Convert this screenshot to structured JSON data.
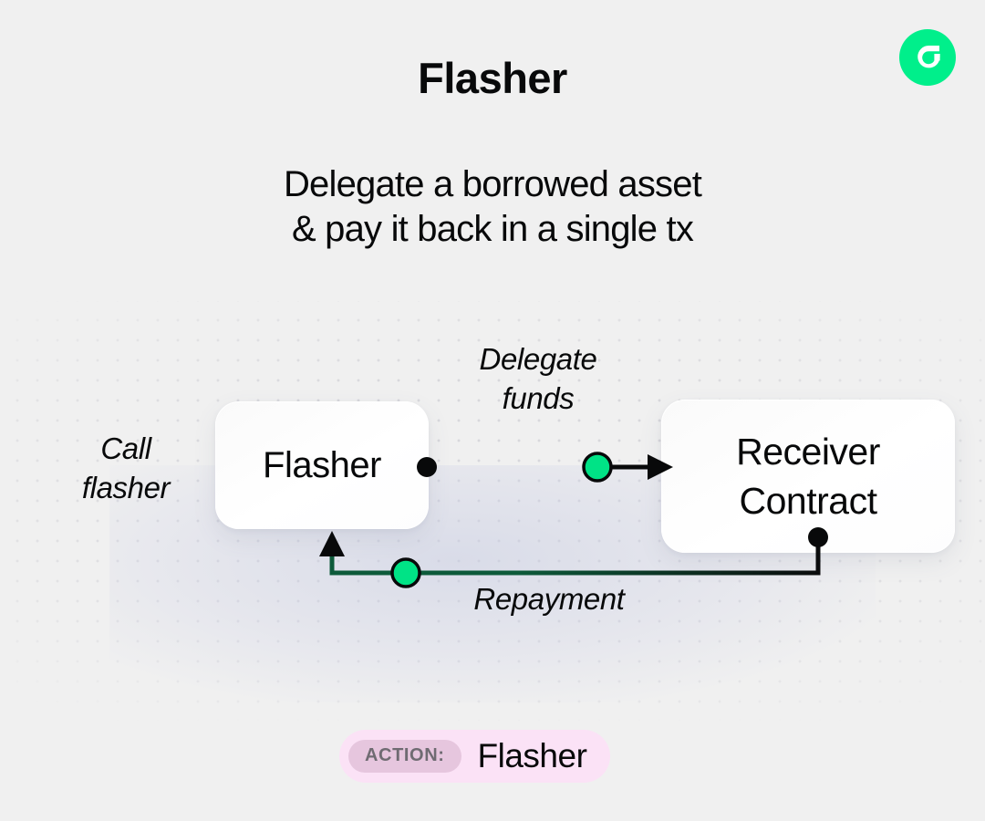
{
  "brand": {
    "logo_icon": "flow-logo-icon",
    "logo_color": "#00ef8b"
  },
  "header": {
    "title": "Flasher",
    "subtitle_line1": "Delegate a borrowed asset",
    "subtitle_line2": "& pay it back in a single tx"
  },
  "diagram": {
    "nodes": [
      {
        "id": "flasher",
        "label": "Flasher"
      },
      {
        "id": "receiver",
        "label_line1": "Receiver",
        "label_line2": "Contract"
      }
    ],
    "labels": {
      "call_line1": "Call",
      "call_line2": "flasher",
      "delegate_line1": "Delegate",
      "delegate_line2": "funds",
      "repayment": "Repayment"
    },
    "colors": {
      "token_dot": "#00e386",
      "connector_dot": "#08090a",
      "wire": "#08090a",
      "grid_dot": "#d8d8dc"
    }
  },
  "footer": {
    "action_label": "ACTION:",
    "action_value": "Flasher",
    "badge_color": "#fbe2f6",
    "chip_color": "#e6c6de"
  }
}
